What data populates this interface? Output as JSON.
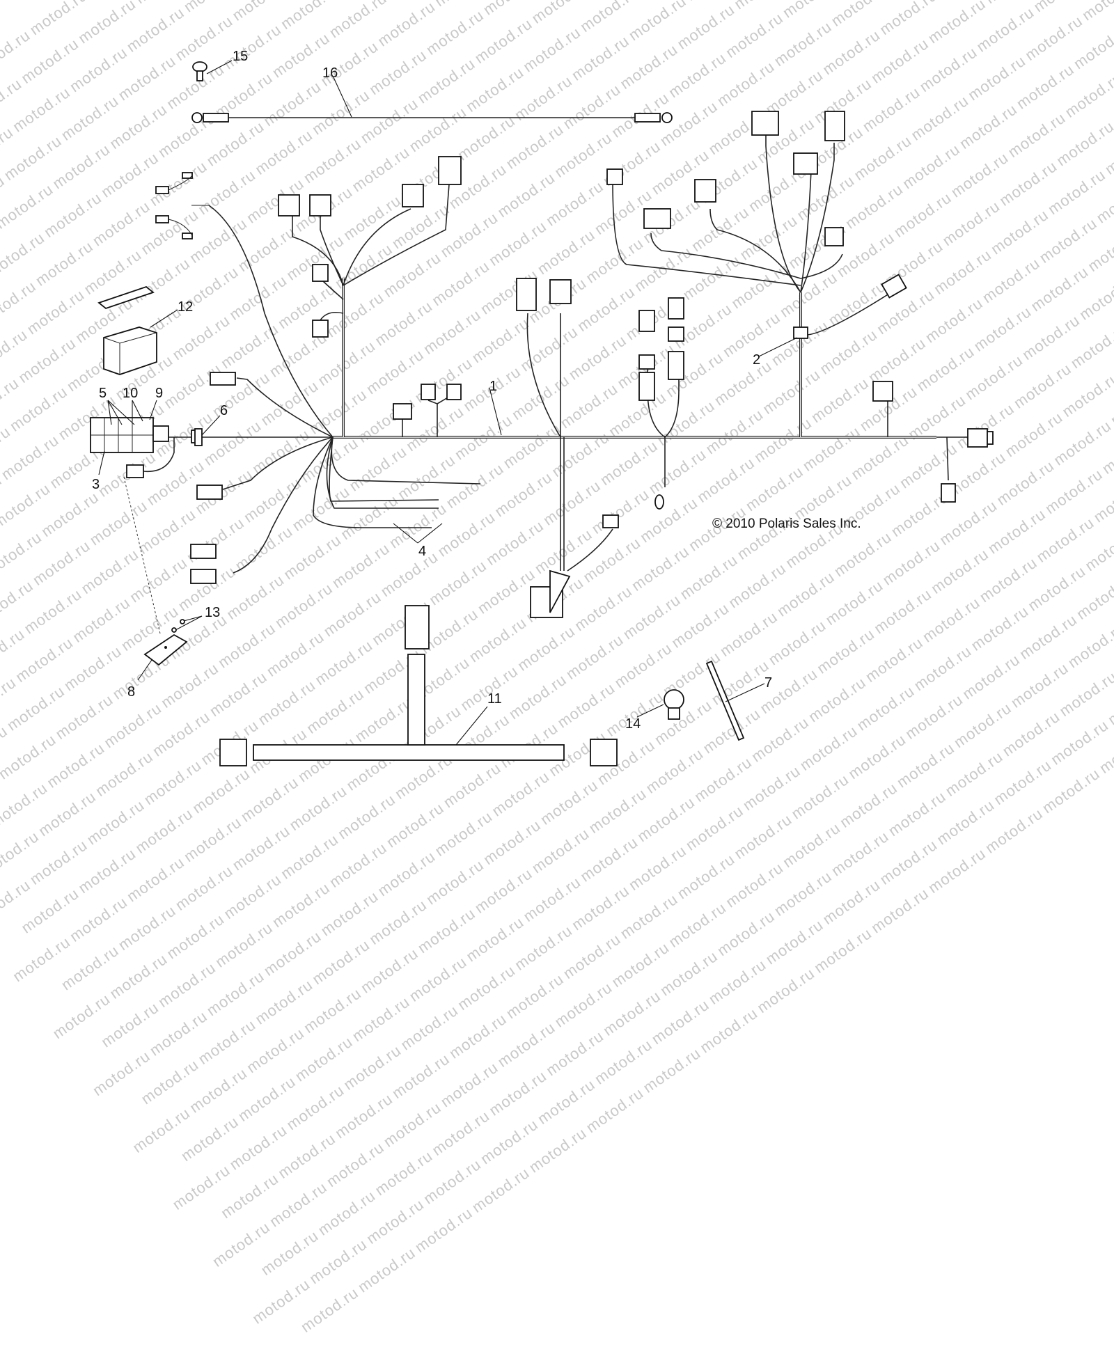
{
  "watermark": "motod.ru",
  "copyright": "© 2010 Polaris Sales Inc.",
  "callouts": [
    "1",
    "2",
    "3",
    "4",
    "5",
    "6",
    "7",
    "8",
    "9",
    "10",
    "11",
    "12",
    "13",
    "14",
    "15",
    "16"
  ]
}
